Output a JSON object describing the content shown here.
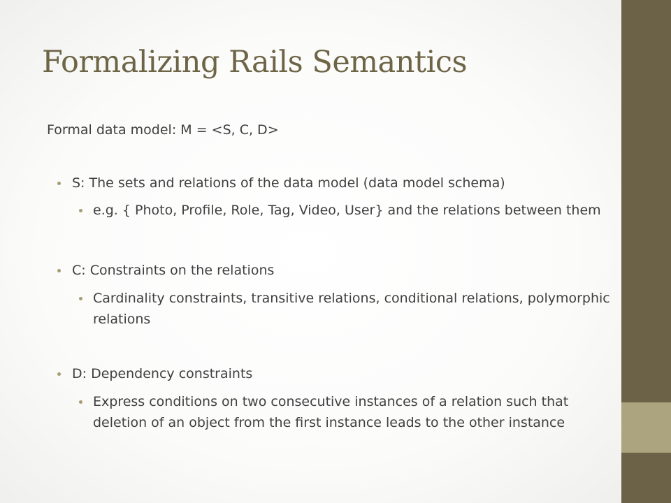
{
  "slide": {
    "title": "Formalizing Rails Semantics",
    "intro": "Formal data model: M = <S, C, D>",
    "bullets": [
      {
        "text": "S: The sets and relations of the data model (data model schema)",
        "sub": "e.g. { Photo, Profile, Role, Tag, Video, User} and the relations between them"
      },
      {
        "text": "C:  Constraints on the relations",
        "sub": "Cardinality constraints, transitive relations, conditional relations, polymorphic relations"
      },
      {
        "text": "D: Dependency constraints",
        "sub": "Express conditions on two consecutive instances of a relation such that deletion of an object from the first instance leads to the other instance"
      }
    ]
  },
  "colors": {
    "accent_dark": "#6c6248",
    "accent_light": "#aba47f",
    "title": "#6e6547",
    "body_text": "#3f3f3f",
    "bullet": "#a59c72"
  }
}
